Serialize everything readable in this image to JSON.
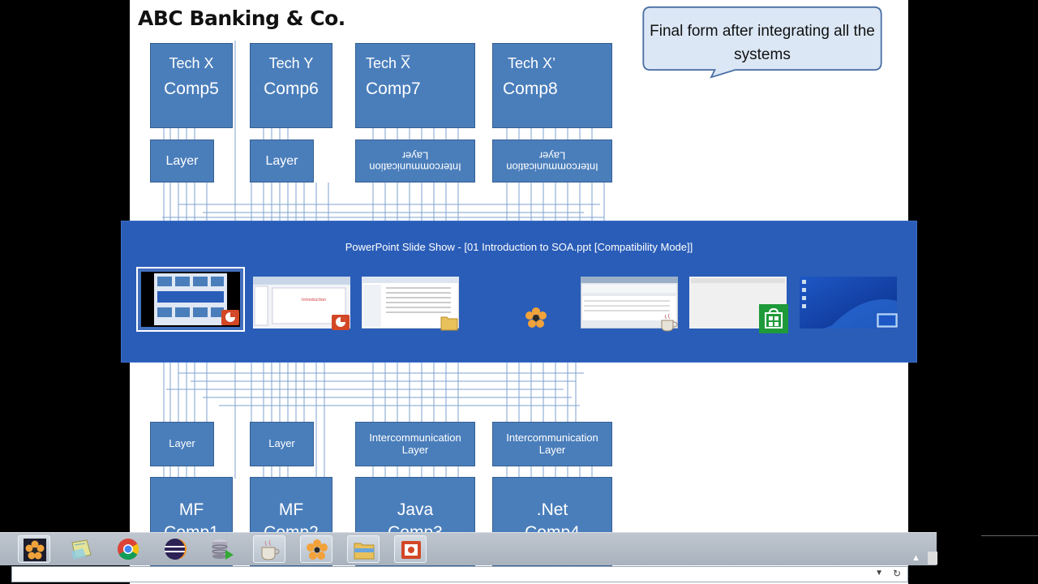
{
  "slide": {
    "title": "ABC Banking & Co.",
    "callout": "Final form after integrating all the systems",
    "top_components": [
      {
        "tech": "Tech X",
        "comp": "Comp5"
      },
      {
        "tech": "Tech Y",
        "comp": "Comp6"
      },
      {
        "tech": "Tech X̅",
        "comp": "Comp7"
      },
      {
        "tech": "Tech X’",
        "comp": "Comp8"
      }
    ],
    "top_layers": [
      "Layer",
      "Layer",
      "Intercommunication Layer",
      "Intercommunication Layer"
    ],
    "bottom_layers": [
      "Layer",
      "Layer",
      "Intercommunication Layer",
      "Intercommunication Layer"
    ],
    "bottom_components": [
      {
        "tech": "MF",
        "comp": "Comp1"
      },
      {
        "tech": "MF",
        "comp": "Comp2"
      },
      {
        "tech": "Java",
        "comp": "Comp3"
      },
      {
        "tech": ".Net",
        "comp": "Comp4"
      }
    ]
  },
  "switcher": {
    "title": "PowerPoint Slide Show - [01 Introduction to SOA.ppt [Compatibility Mode]]",
    "windows": [
      {
        "icon": "powerpoint-icon",
        "selected": true
      },
      {
        "icon": "powerpoint-icon",
        "selected": false
      },
      {
        "icon": "folder-icon",
        "selected": false
      },
      {
        "icon": "flower-app-icon",
        "selected": false
      },
      {
        "icon": "java-cup-icon",
        "selected": false
      },
      {
        "icon": "windows-store-icon",
        "selected": false
      },
      {
        "icon": "desktop-icon",
        "selected": false
      }
    ]
  },
  "taskbar": {
    "apps": [
      "flower-app-icon",
      "folder-notes-icon",
      "chrome-icon",
      "eclipse-icon",
      "database-icon",
      "java-cup-icon",
      "flower-app-icon",
      "file-explorer-icon",
      "powerpoint-icon"
    ]
  },
  "colors": {
    "box_fill": "#4a7ebb",
    "switcher_bg": "#2a5db8",
    "callout_fill": "#dbe7f5"
  }
}
